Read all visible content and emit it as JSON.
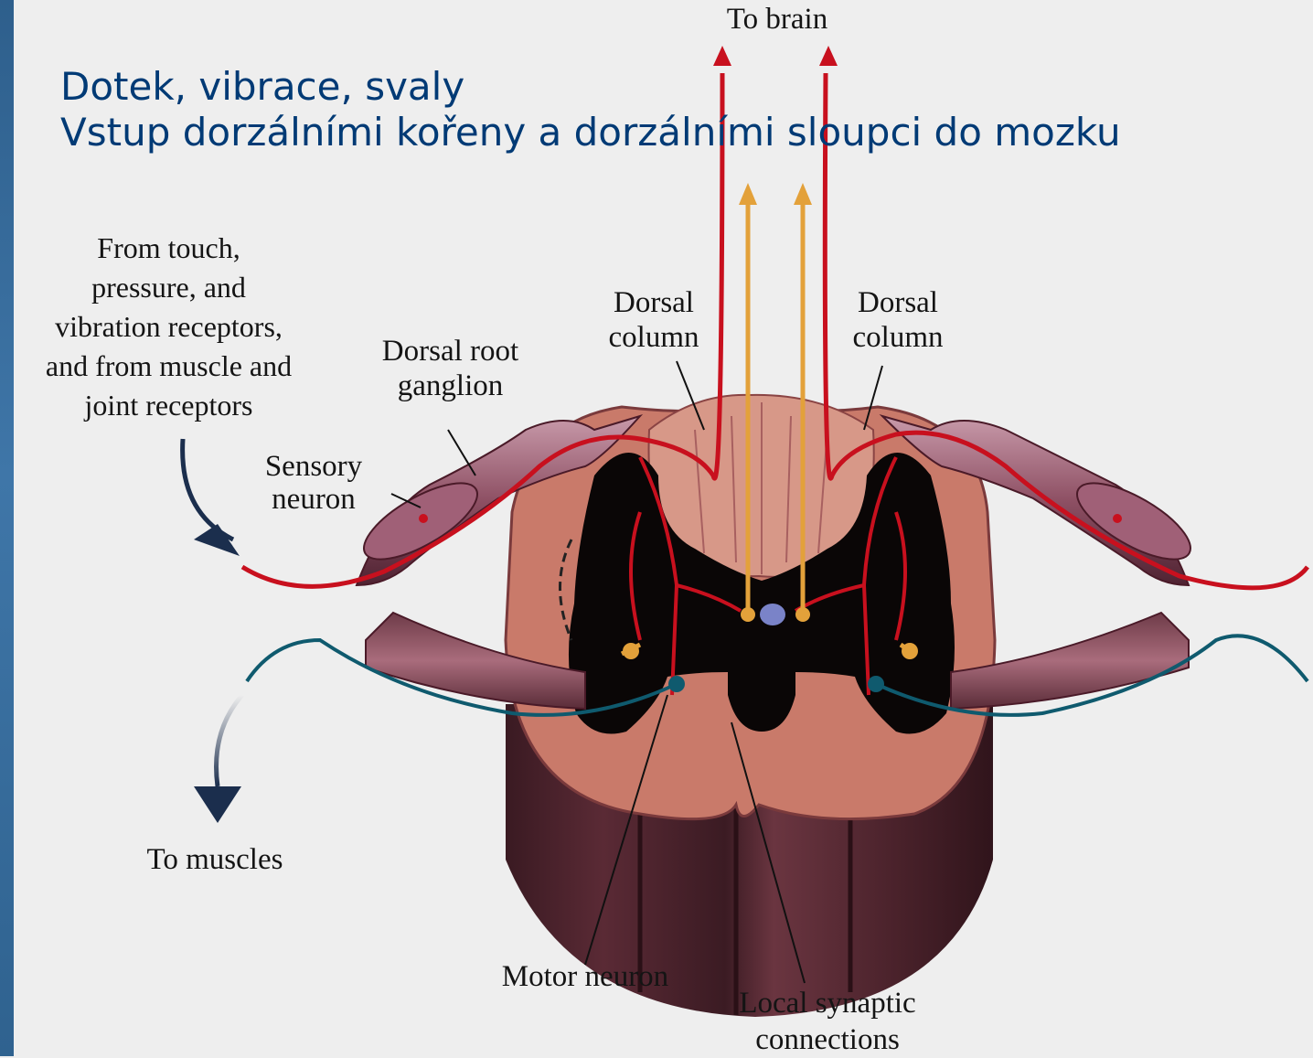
{
  "slide": {
    "title_line1": "Dotek, vibrace, svaly",
    "title_line2": "Vstup dorzálními kořeny a dorzálními sloupci do mozku"
  },
  "diagram": {
    "labels": {
      "to_brain": "To brain",
      "from_receptors": "From touch,\npressure, and\nvibration receptors,\nand from muscle and\njoint receptors",
      "dorsal_root_ganglion": "Dorsal root\nganglion",
      "dorsal_column_left": "Dorsal\ncolumn",
      "dorsal_column_right": "Dorsal\ncolumn",
      "sensory_neuron": "Sensory\nneuron",
      "to_muscles": "To muscles",
      "motor_neuron": "Motor neuron",
      "local_synaptic_connections": "Local synaptic\nconnections"
    },
    "colors": {
      "background": "#eeeeee",
      "title_text": "#003a75",
      "sensory_pathway": "#c8101e",
      "secondary_pathway": "#e3a13a",
      "motor_pathway": "#0f5a6e",
      "gray_matter": "#0a0606",
      "white_matter": "#c97a6a",
      "cord_side": "#5a2630"
    }
  }
}
